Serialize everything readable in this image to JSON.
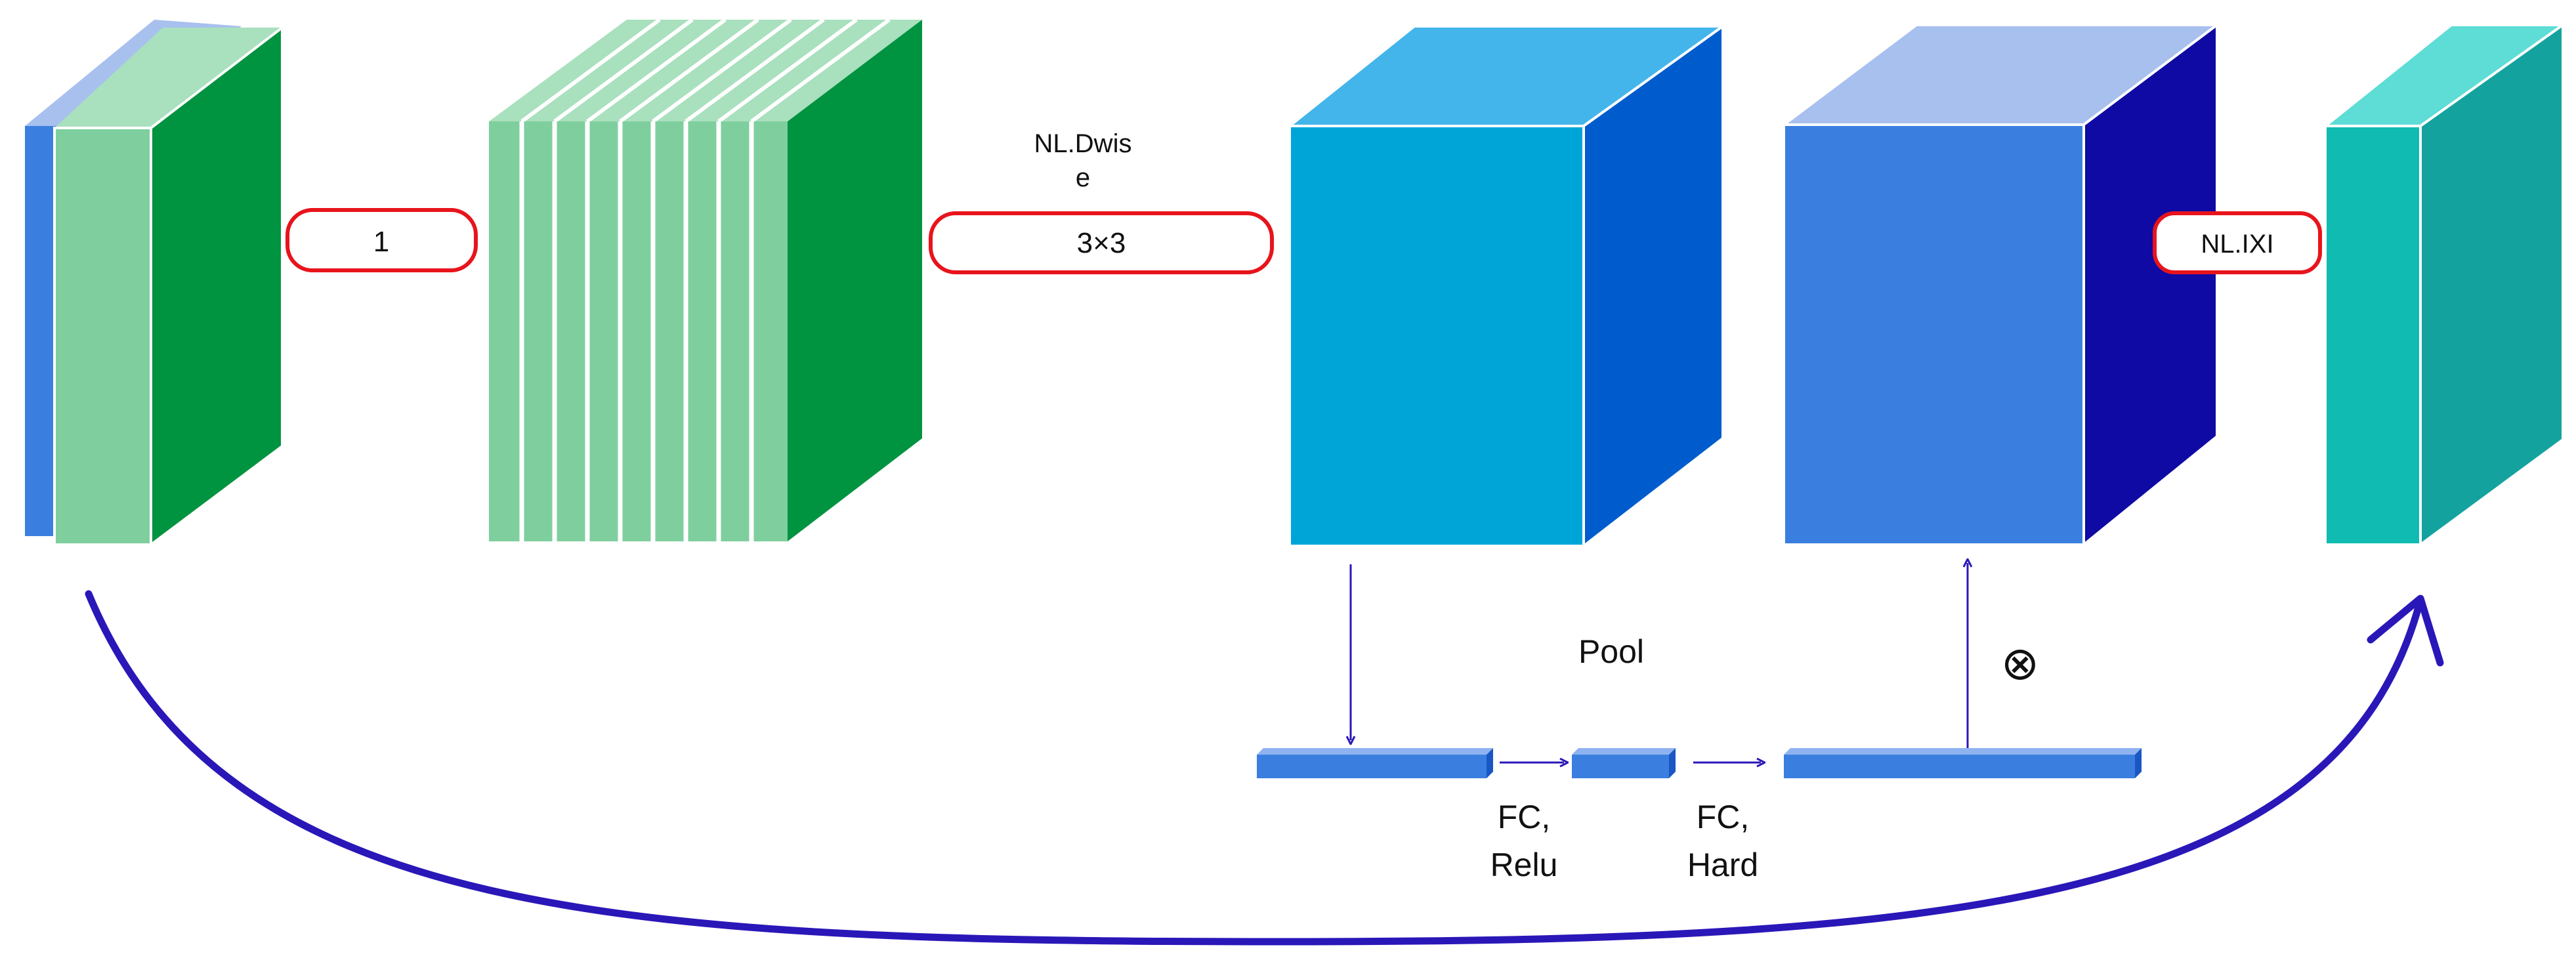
{
  "labels": {
    "conv1": "1",
    "dwise_top": "NL.Dwis",
    "dwise_bottom": "e",
    "dwise_kernel": "3×3",
    "nl_1x1": "NL.IXI",
    "pool": "Pool",
    "fc1_line1": "FC,",
    "fc1_line2": "Relu",
    "fc2_line1": "FC,",
    "fc2_line2": "Hard",
    "multiply": "⊗"
  },
  "colors": {
    "input_green_front": "#7fcf9e",
    "input_green_side": "#009340",
    "input_blue_back": "#3a7fe0",
    "input_lavender_top": "#a8c0ee",
    "expand_front": "#7fcf9e",
    "expand_side": "#009340",
    "dwise_front": "#00a5d8",
    "dwise_side": "#005ccc",
    "dwise_top": "#44b5ea",
    "se_front": "#3a7fe0",
    "se_side": "#0f0aa3",
    "se_top": "#a8c0ee",
    "out_front": "#10bcb2",
    "out_side": "#14a29e",
    "out_top": "#5edcd6",
    "fc_bar": "#3a7fe0",
    "arrow": "#2a17b8",
    "label_border": "#e8141c"
  }
}
